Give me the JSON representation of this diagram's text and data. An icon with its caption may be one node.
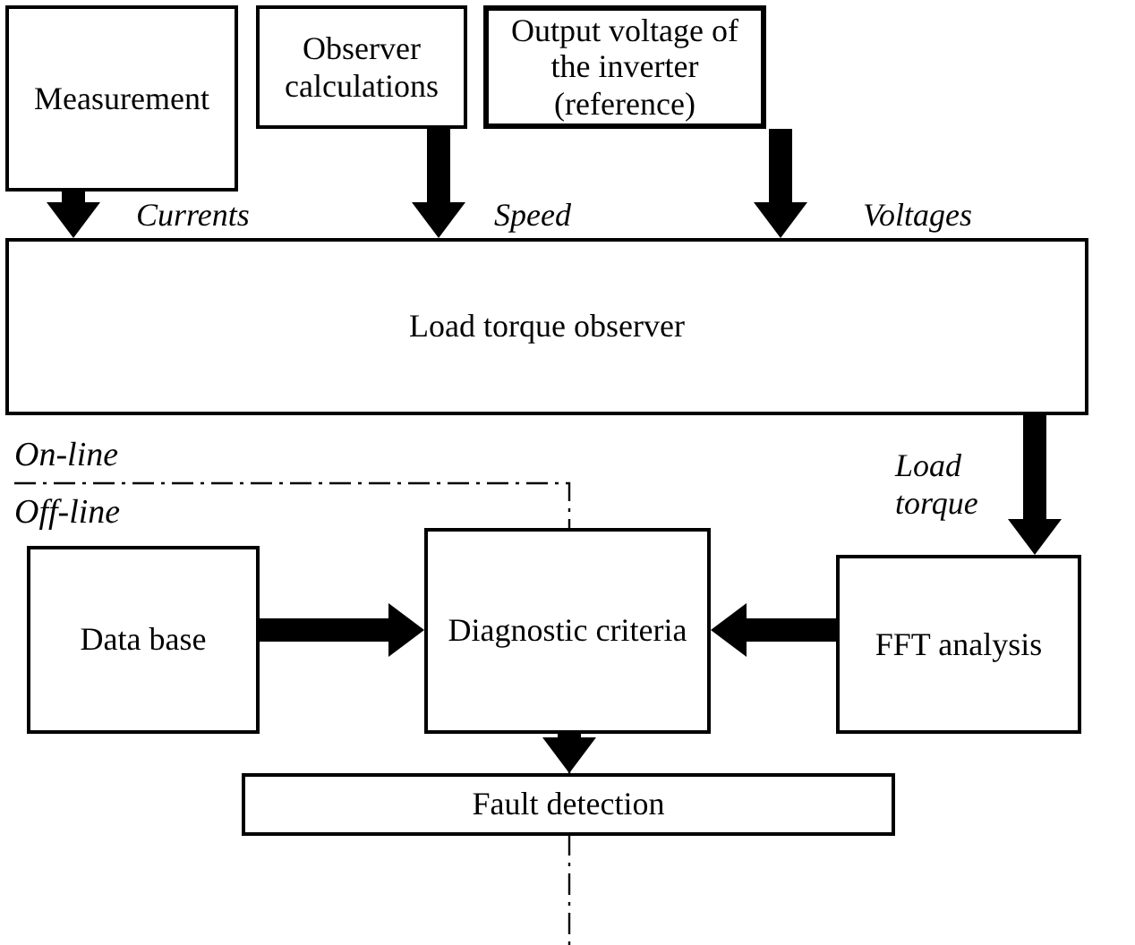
{
  "diagram": {
    "nodes": [
      {
        "text": [
          "Measurement"
        ]
      },
      {
        "text": [
          "Observer calculations"
        ]
      },
      {
        "text": [
          "Output voltage of the inverter (reference)"
        ]
      },
      {
        "text": [
          "Load torque observer"
        ]
      },
      {
        "text": [
          "Data base"
        ]
      },
      {
        "text": [
          "Diagnostic criteria"
        ]
      },
      {
        "text": [
          "FFT analysis"
        ]
      },
      {
        "text": [
          "Fault detection"
        ]
      }
    ],
    "edges": [
      {
        "from": 0,
        "to": 3,
        "arrow": "to",
        "label": "Currents"
      },
      {
        "from": 1,
        "to": 3,
        "arrow": "to",
        "label": "Speed"
      },
      {
        "from": 2,
        "to": 3,
        "arrow": "to",
        "label": "Voltages"
      },
      {
        "from": 3,
        "to": 6,
        "arrow": "to",
        "label": "Load torque"
      },
      {
        "from": 4,
        "to": 5,
        "arrow": "to"
      },
      {
        "from": 6,
        "to": 5,
        "arrow": "to"
      },
      {
        "from": 5,
        "to": 7,
        "arrow": "to"
      }
    ],
    "labels": [
      "On-line",
      "Off-line"
    ]
  }
}
